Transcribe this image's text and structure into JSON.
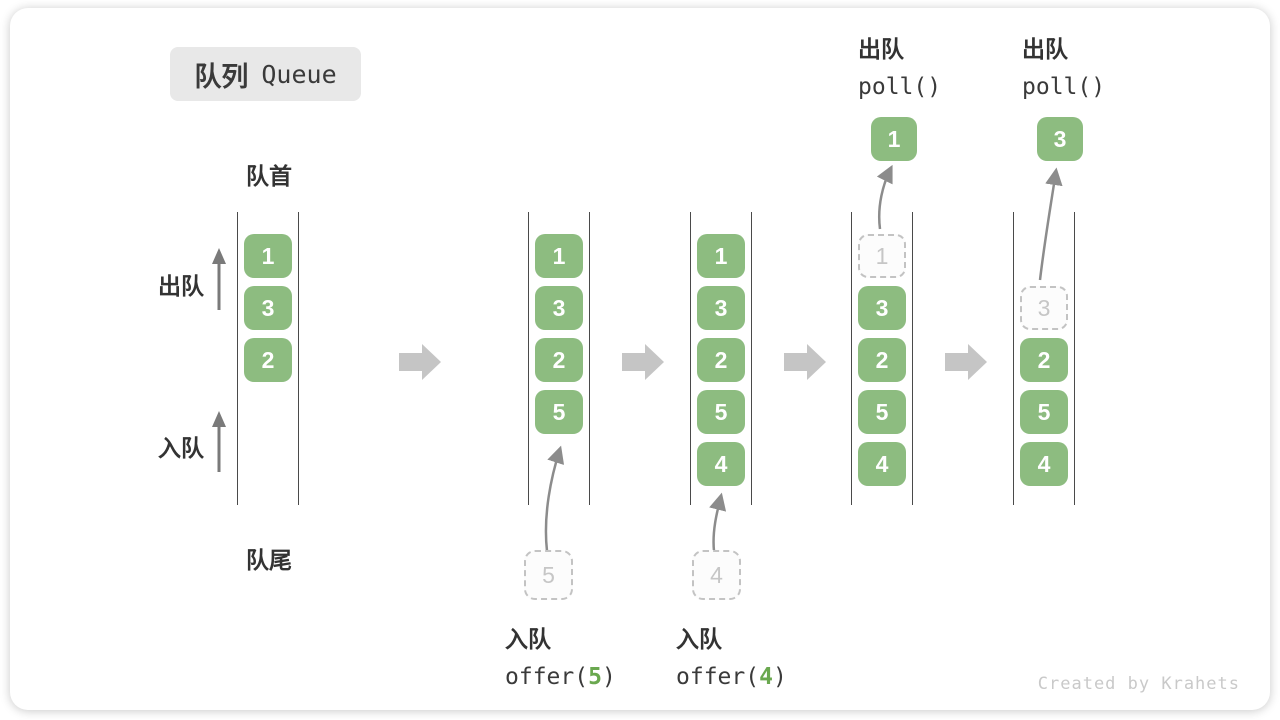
{
  "title": {
    "zh": "队列",
    "en": "Queue"
  },
  "labels": {
    "front": "队首",
    "rear": "队尾",
    "dequeue": "出队",
    "enqueue": "入队"
  },
  "states": [
    {
      "name": "initial",
      "slots": [
        {
          "v": "1"
        },
        {
          "v": "3"
        },
        {
          "v": "2"
        }
      ]
    },
    {
      "name": "after-offer-5",
      "slots": [
        {
          "v": "1"
        },
        {
          "v": "3"
        },
        {
          "v": "2"
        },
        {
          "v": "5"
        }
      ],
      "staged": "5"
    },
    {
      "name": "after-offer-4",
      "slots": [
        {
          "v": "1"
        },
        {
          "v": "3"
        },
        {
          "v": "2"
        },
        {
          "v": "5"
        },
        {
          "v": "4"
        }
      ],
      "staged": "4"
    },
    {
      "name": "after-poll-1",
      "slots": [
        {
          "v": "1",
          "ghost": true
        },
        {
          "v": "3"
        },
        {
          "v": "2"
        },
        {
          "v": "5"
        },
        {
          "v": "4"
        }
      ],
      "popped": "1"
    },
    {
      "name": "after-poll-3",
      "slots": [
        {
          "v": "3",
          "ghost": true
        },
        {
          "v": "2"
        },
        {
          "v": "5"
        },
        {
          "v": "4"
        }
      ],
      "popped": "3"
    }
  ],
  "operations": {
    "enqueue5": {
      "label": "入队",
      "fn_open": "offer(",
      "arg": "5",
      "fn_close": ")"
    },
    "enqueue4": {
      "label": "入队",
      "fn_open": "offer(",
      "arg": "4",
      "fn_close": ")"
    },
    "poll1": {
      "label": "出队",
      "code": "poll()"
    },
    "poll2": {
      "label": "出队",
      "code": "poll()"
    }
  },
  "watermark": "Created by Krahets",
  "colors": {
    "box_green": "#8dbc80",
    "code_green": "#6aa84f",
    "curved_arrow_gray": "#8c8c8c",
    "block_arrow_gray": "#c5c5c5",
    "ghost_gray": "#c6c6c6",
    "text_dark": "#3a3a3a",
    "title_bg": "#e8e8e8",
    "channel_line": "#4a4a4a"
  }
}
